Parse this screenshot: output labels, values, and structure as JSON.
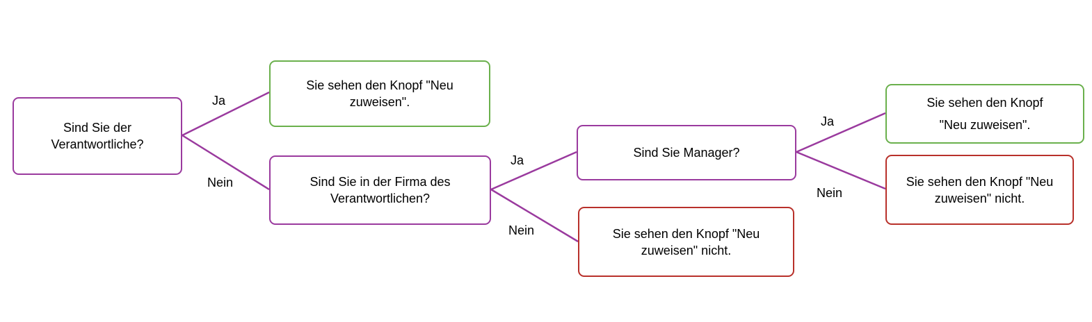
{
  "colors": {
    "decision_border": "#9a3a9e",
    "yes_border": "#6ab04c",
    "no_border": "#b8302a",
    "edge": "#9a3a9e"
  },
  "nodes": {
    "q1": {
      "lines": [
        "Sind Sie der",
        "Verantwortliche?"
      ]
    },
    "r1": {
      "lines": [
        "Sie sehen den Knopf \"Neu",
        "zuweisen\"."
      ]
    },
    "q2": {
      "lines": [
        "Sind Sie in der Firma des",
        "Verantwortlichen?"
      ]
    },
    "q3": {
      "lines": [
        "Sind Sie Manager?"
      ]
    },
    "r2": {
      "lines": [
        "Sie sehen den Knopf \"Neu",
        "zuweisen\" nicht."
      ]
    },
    "r3": {
      "lines": [
        "Sie sehen den Knopf",
        "\"Neu zuweisen\"."
      ]
    },
    "r4": {
      "lines": [
        "Sie sehen den Knopf \"Neu",
        "zuweisen\" nicht."
      ]
    }
  },
  "edge_labels": {
    "q1_yes": "Ja",
    "q1_no": "Nein",
    "q2_yes": "Ja",
    "q2_no": "Nein",
    "q3_yes": "Ja",
    "q3_no": "Nein"
  }
}
